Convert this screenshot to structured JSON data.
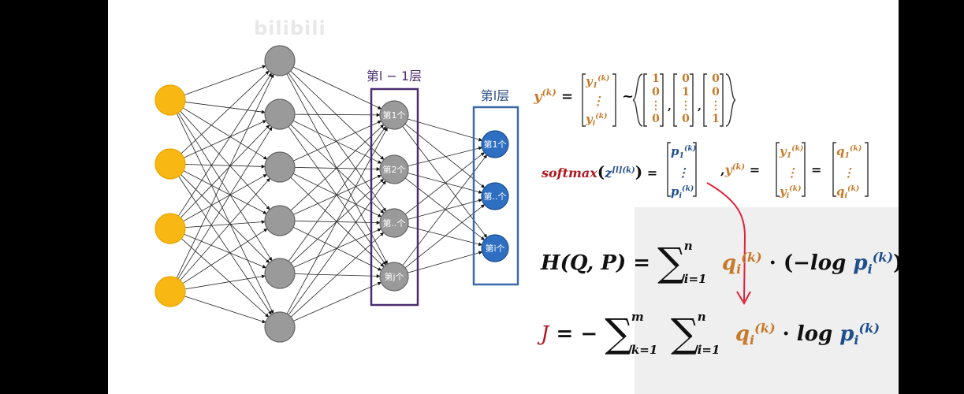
{
  "watermark": "bilibili",
  "network": {
    "layer_l_minus_1_label": "第l − 1层",
    "layer_l_label": "第l层",
    "hidden_node_labels": [
      "第1个",
      "第2个",
      "第..个",
      "第j个"
    ],
    "output_node_labels": [
      "第1个",
      "第..个",
      "第i个"
    ],
    "colors": {
      "input": "#f8b713",
      "hidden": "#9a9a9a",
      "output": "#2e6fc2",
      "box_prev": "#4a2d6e",
      "box_curr": "#3c69a8"
    }
  },
  "formulas": {
    "y_def": {
      "lhs": "y",
      "sup": "(k)",
      "eq": "=",
      "vec": [
        "y",
        "⋮",
        "y"
      ],
      "vec_idx": [
        "1",
        "",
        "i"
      ],
      "vec_sup": [
        "(k)",
        "",
        "(k)"
      ],
      "tilde": "~",
      "onehots": [
        [
          "1",
          "0",
          "⋮",
          "0"
        ],
        [
          "0",
          "1",
          "⋮",
          "0"
        ],
        [
          "0",
          "0",
          "⋮",
          "1"
        ]
      ]
    },
    "softmax": {
      "name": "softmax",
      "arg": "z",
      "arg_sup": "[l](k)",
      "eq": "=",
      "p_vec": [
        "p",
        "⋮",
        "p"
      ],
      "p_idx": [
        "1",
        "",
        "i"
      ],
      "p_sup": [
        "(k)",
        "",
        "(k)"
      ],
      "comma": ",",
      "y": "y",
      "y_sup": "(k)",
      "y_vec": [
        "y",
        "⋮",
        "y"
      ],
      "y_idx": [
        "1",
        "",
        "i"
      ],
      "q_vec": [
        "q",
        "⋮",
        "q"
      ],
      "q_idx": [
        "1",
        "",
        "i"
      ]
    },
    "cross_entropy": {
      "lhs": "H(Q, P) =",
      "sigma": "∑",
      "upper": "n",
      "lower": "i=1",
      "q": "q",
      "q_sub": "i",
      "q_sup": "(k)",
      "dot": "·",
      "open": "(−",
      "log": "log",
      "p": "p",
      "p_sub": "i",
      "p_sup": "(k)",
      "close": ")"
    },
    "cost": {
      "lhs": "J",
      "eq": "= −",
      "sigma1": "∑",
      "upper1": "m",
      "lower1": "k=1",
      "sigma2": "∑",
      "upper2": "n",
      "lower2": "i=1",
      "q": "q",
      "q_sub": "i",
      "q_sup": "(k)",
      "dot": "·",
      "log": "log",
      "p": "p",
      "p_sub": "i",
      "p_sup": "(k)"
    }
  }
}
